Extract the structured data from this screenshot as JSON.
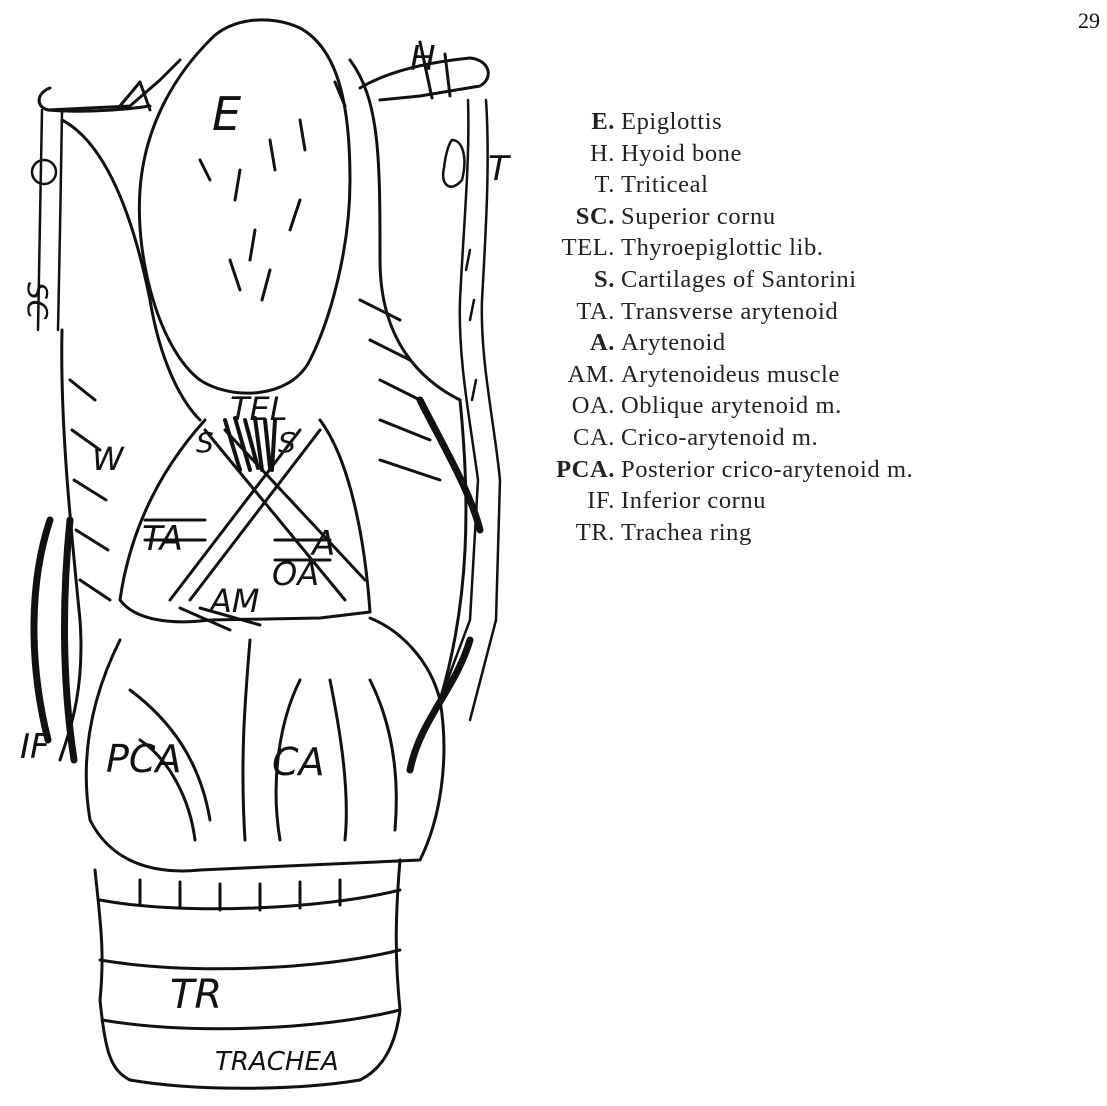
{
  "page_number": "29",
  "figure_labels": {
    "E": "E",
    "H": "H",
    "T": "T",
    "SC": "SC",
    "TEL": "TEL",
    "S_left": "S",
    "S_right": "S",
    "W": "W",
    "TA": "TA",
    "A": "A",
    "OA": "OA",
    "AM": "AM",
    "PCA": "PCA",
    "CA": "CA",
    "IF": "IF",
    "TR": "TR",
    "TRACHEA": "TRACHEA"
  },
  "legend": [
    {
      "abbr": "E.",
      "bold_letter": "E",
      "text": "Epiglottis"
    },
    {
      "abbr": "H.",
      "text": "Hyoid bone"
    },
    {
      "abbr": "T.",
      "text": "Triticeal"
    },
    {
      "abbr": "SC.",
      "bold_letter": "S",
      "text": "Superior cornu"
    },
    {
      "abbr": "TEL.",
      "text": "Thyroepiglottic lib."
    },
    {
      "abbr": "S.",
      "bold_letter": "S",
      "text": "Cartilages of Santorini"
    },
    {
      "abbr": "TA.",
      "text": "Transverse arytenoid"
    },
    {
      "abbr": "A.",
      "bold_letter": "A",
      "text": "Arytenoid"
    },
    {
      "abbr": "AM.",
      "text": "Arytenoideus muscle"
    },
    {
      "abbr": "OA.",
      "text": "Oblique arytenoid m."
    },
    {
      "abbr": "CA.",
      "text": "Crico-arytenoid m."
    },
    {
      "abbr": "PCA.",
      "bold_letter": "P",
      "text": "Posterior crico-arytenoid m."
    },
    {
      "abbr": "IF.",
      "text": "Inferior cornu"
    },
    {
      "abbr": "TR.",
      "text": "Trachea ring"
    }
  ]
}
